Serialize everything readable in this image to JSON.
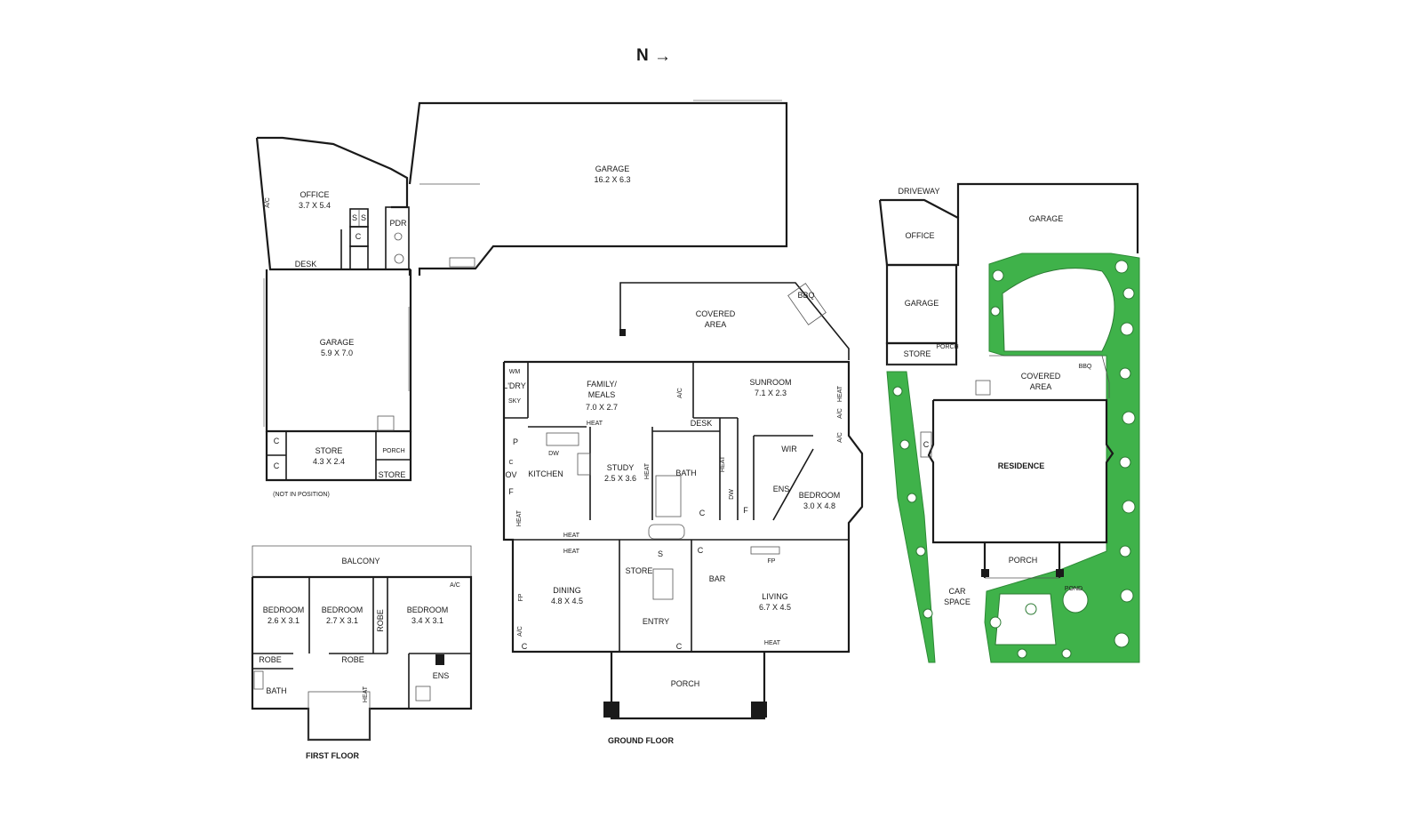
{
  "compass": {
    "label": "N",
    "arrow": "→"
  },
  "upper_building": {
    "office": {
      "name": "OFFICE",
      "dims": "3.7 X 5.4"
    },
    "garage_large": {
      "name": "GARAGE",
      "dims": "16.2 X 6.3"
    },
    "garage_small": {
      "name": "GARAGE",
      "dims": "5.9 X 7.0"
    },
    "store": {
      "name": "STORE",
      "dims": "4.3 X 2.4"
    },
    "labels": {
      "ac": "A/C",
      "pdr": "PDR",
      "s": "S",
      "c": "C",
      "desk": "DESK",
      "porch": "PORCH",
      "store2": "STORE",
      "not_in_position": "(NOT IN POSITION)"
    }
  },
  "ground_floor": {
    "title": "GROUND FLOOR",
    "covered_area": {
      "line1": "COVERED",
      "line2": "AREA"
    },
    "bbq": "BBQ",
    "family": {
      "line1": "FAMILY/",
      "line2": "MEALS",
      "dims": "7.0 X 2.7"
    },
    "sunroom": {
      "name": "SUNROOM",
      "dims": "7.1 X 2.3"
    },
    "study": {
      "name": "STUDY",
      "dims": "2.5 X 3.6"
    },
    "bedroom": {
      "name": "BEDROOM",
      "dims": "3.0 X 4.8"
    },
    "dining": {
      "name": "DINING",
      "dims": "4.8 X 4.5"
    },
    "living": {
      "name": "LIVING",
      "dims": "6.7 X 4.5"
    },
    "labels": {
      "ldry": "L'DRY",
      "wm": "WM",
      "sky": "SKY",
      "kitchen": "KITCHEN",
      "p": "P",
      "ov": "OV",
      "f": "F",
      "c": "C",
      "dw": "DW",
      "heat": "HEAT",
      "ac": "A/C",
      "desk": "DESK",
      "bath": "BATH",
      "wir": "WIR",
      "ens": "ENS",
      "store": "STORE",
      "s": "S",
      "bar": "BAR",
      "fp": "FP",
      "entry": "ENTRY",
      "porch": "PORCH"
    }
  },
  "first_floor": {
    "title": "FIRST FLOOR",
    "balcony": "BALCONY",
    "bedroom1": {
      "name": "BEDROOM",
      "dims": "2.6 X 3.1"
    },
    "bedroom2": {
      "name": "BEDROOM",
      "dims": "2.7 X 3.1"
    },
    "bedroom3": {
      "name": "BEDROOM",
      "dims": "3.4 X 3.1"
    },
    "labels": {
      "robe": "ROBE",
      "bath": "BATH",
      "ens": "ENS",
      "heat": "HEAT",
      "ac": "A/C"
    }
  },
  "site_plan": {
    "driveway": "DRIVEWAY",
    "garage_top": "GARAGE",
    "office": "OFFICE",
    "garage": "GARAGE",
    "store": "STORE",
    "porch_small": "PORCH",
    "covered_area": {
      "line1": "COVERED",
      "line2": "AREA"
    },
    "bbq": "BBQ",
    "residence": "RESIDENCE",
    "c": "C",
    "porch": "PORCH",
    "car_space": {
      "line1": "CAR",
      "line2": "SPACE"
    },
    "pond": "POND",
    "grass_color": "#3fb24a"
  }
}
